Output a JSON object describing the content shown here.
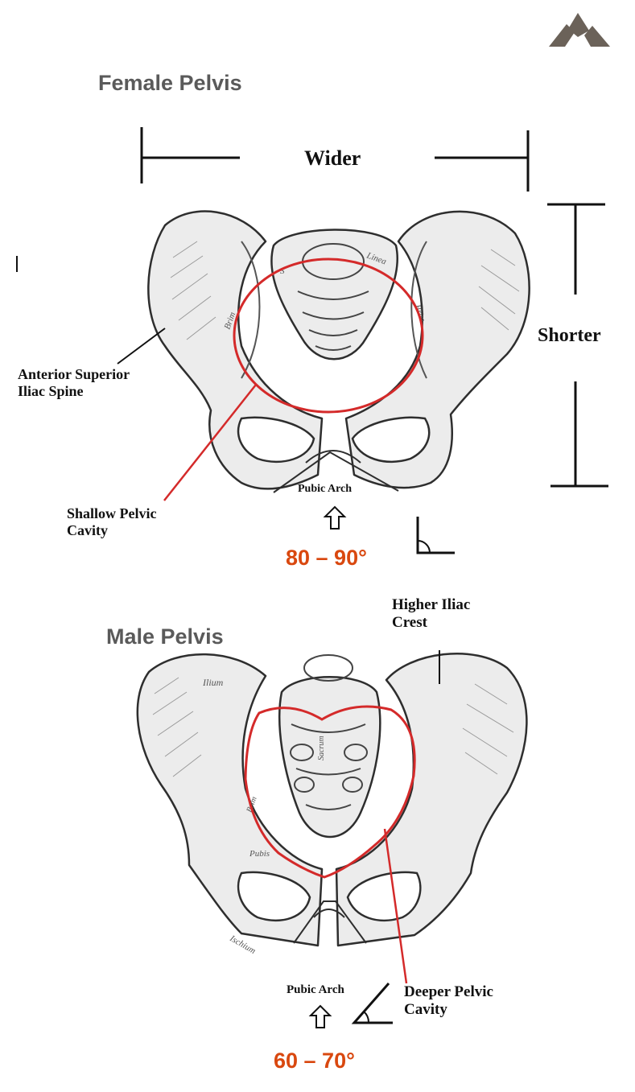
{
  "logo": {
    "icon": "brand-mark-icon",
    "color": "#6b6259"
  },
  "accent_color": "#d9480f",
  "cavity_outline_color": "#d42a2a",
  "female": {
    "title": "Female Pelvis",
    "width_label": "Wider",
    "height_label": "Shorter",
    "asis_label": "Anterior Superior\nIliac Spine",
    "cavity_label": "Shallow Pelvic\nCavity",
    "pubic_arch_label": "Pubic Arch",
    "angle": "80 – 90°",
    "bone_labels": {
      "brim_left": "Brim",
      "brim_right": "Brim",
      "sacrum": "S",
      "ilium": "Linea"
    }
  },
  "male": {
    "title": "Male Pelvis",
    "crest_label": "Higher Iliac\nCrest",
    "cavity_label": "Deeper Pelvic\nCavity",
    "pubic_arch_label": "Pubic Arch",
    "angle": "60 – 70°",
    "bone_labels": {
      "ilium": "Ilium",
      "pubis": "Pubis",
      "ischium": "Ischium",
      "sacrum": "Sacrum",
      "brim": "Brim"
    }
  }
}
